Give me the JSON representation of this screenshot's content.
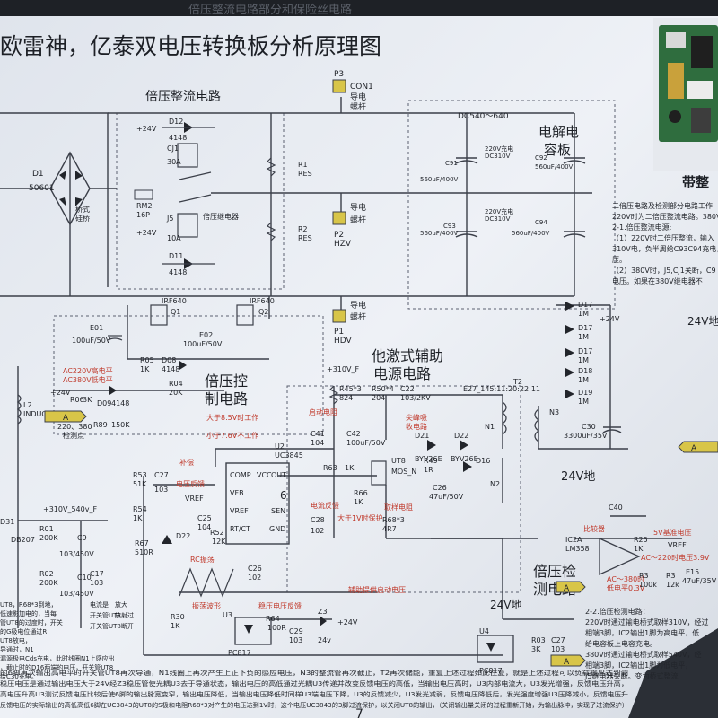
{
  "page": {
    "title": "欧雷神，亿泰双电压转换板分析原理图",
    "top_header_partial": "倍压整流电路部分和保险丝电路"
  },
  "sections": {
    "doubler_rectifier": "倍压整流电路",
    "capacitor_board_line1": "电解电",
    "capacitor_board_line2": "容板",
    "aux_power_line1": "他激式辅助",
    "aux_power_line2": "电源电路",
    "doubler_control_line1": "倍压控",
    "doubler_control_line2": "制电路",
    "doubler_detect_line1": "倍压检",
    "doubler_detect_line2": "测电路",
    "band_partial": "带整",
    "ground_24v": "24V地",
    "ground_24v_right": "24V地",
    "ground_24v_bottom": "24V地"
  },
  "components": {
    "d1": "D1",
    "d1_part": "50601",
    "bridge": "桥式",
    "bridge2": "硅桥",
    "dc_range": "DC540～640",
    "c91": "C91",
    "c91_val": "560uF/400V",
    "c92": "C92",
    "c92_val": "560uF/400V",
    "c93": "C93",
    "c93_val": "560uF/400V",
    "c94": "C94",
    "c94_val": "560uF/400V",
    "charge_label": "220V充电",
    "charge_dc": "DC310V",
    "r1": "R1",
    "r1_val": "RES",
    "r2": "R2",
    "r2_val": "RES",
    "p3": "P3",
    "con1": "CON1",
    "p2": "P2",
    "hzv": "HZV",
    "p1": "P1",
    "hdv": "HDV",
    "busbar": "导电",
    "busbar2": "螺杆",
    "d12": "D12",
    "d12_val": "4148",
    "d11": "D11",
    "d11_val": "4148",
    "cj1": "CJ1",
    "cj1_val": "30A",
    "j5": "J5",
    "j5_val": "10A",
    "j5_desc": "倍压继电器",
    "rm2": "RM2",
    "rm2_val": "16P",
    "plus24v": "+24V",
    "q1": "IRF640",
    "q1_id": "Q1",
    "q2": "IRF640",
    "q2_id": "Q2",
    "e01": "E01",
    "e01_val": "100uF/50V",
    "e02": "E02",
    "e02_val": "100uF/50V",
    "r05": "R05",
    "r05_val": "1K",
    "d08": "D08",
    "d08_val": "4148",
    "r04": "R04",
    "r04_val": "20K",
    "ac220": "AC220V高电平",
    "ac380": "AC380V低电平",
    "r06": "R06",
    "r06_val": "3K",
    "d09": "D09",
    "d09_val": "4148",
    "r89": "R89",
    "r89_val": "150K",
    "l2": "L2",
    "l2_val": "INDUCTOR-2",
    "detect_point": "检测点",
    "plus310": "+310V_F",
    "r45": "R45*3",
    "r45_val": "824",
    "r50": "R50*4",
    "r50_val": "204",
    "c22": "C22",
    "c22_val": "103/2KV",
    "snubber": "尖峰吸",
    "snubber2": "收电路",
    "startup_res": "启动电阻",
    "t2": "T2",
    "t2_val": "E27_145:11:20:22:11",
    "n1": "N1",
    "n3": "N3",
    "n2": "N2",
    "d21": "D21",
    "d21_val": "BYV26E",
    "d22": "D22",
    "d22_val": "BYV26E",
    "c41": "C41",
    "c41_val": "104",
    "c42": "C42",
    "c42_val": "100uF/50V",
    "u2": "U2",
    "u2_val": "UC3845",
    "above85": "大于8.5V时工作",
    "below76": "小于7.6V不工作",
    "comp": "COMP",
    "vcc": "VCC",
    "vfb": "VFB",
    "out": "OUT",
    "vref": "VREF",
    "sen": "SEN",
    "rtct": "RT/CT",
    "gnd": "GND",
    "pin6": "6",
    "r63": "R63",
    "r63_val": "1K",
    "ut8": "UT8",
    "mos_n": "MOS_N",
    "r49": "R49",
    "r49_val": "1R",
    "d16": "D16",
    "c26": "C26",
    "c26_val": "47uF/50V",
    "r66": "R66",
    "r66_val": "1K",
    "current_fb": "电流反馈",
    "over1v": "大于1V时保护",
    "sample_r": "取样电阻",
    "r68": "R68*3",
    "r68_val": "4R7",
    "c28": "C28",
    "c28_val": "102",
    "r53": "R53",
    "r53_val": "51K",
    "c27": "C27",
    "c27_val": "103",
    "comp_fb": "补偿",
    "voltage_fb": "电压反馈",
    "r54": "R54",
    "r54_val": "1K",
    "c25": "C25",
    "c25_val": "104",
    "r52": "R52",
    "r52_val": "12K",
    "vref_label": "VREF",
    "r67": "R67",
    "r67_val": "510R",
    "d22b": "D22",
    "rc_label": "RC振荡",
    "osc_wave": "振荡波形",
    "c26b": "C26",
    "c26b_val": "102",
    "aux_start": "辅助提供启动电压",
    "d31": "D31",
    "d31_val": "DB207",
    "bus540": "+310V_540v_F",
    "r01": "R01",
    "r01_val": "200K",
    "r02": "R02",
    "r02_val": "200K",
    "c9": "C9",
    "c9_val": "103/450V",
    "c10": "C10",
    "c10_val": "103/450V",
    "c17": "C17",
    "c17_val": "103",
    "d17": "D17",
    "d17_val": "1M",
    "d18": "D18",
    "d18_val": "1M",
    "d19": "D19",
    "d19_val": "1M",
    "c30": "C30",
    "c30_val": "3300uF/35V",
    "c40": "C40",
    "comparator": "比较器",
    "ref5v": "5V基准电压",
    "ic2a": "IC2A",
    "ic2a_val": "LM358",
    "r25": "R25",
    "r25_val": "1K",
    "vref2": "VREF",
    "ac380_label": "AC～380时",
    "ac220_label": "AC～220时电压3.9V",
    "low_label": "低电平0.3V",
    "r3": "R3",
    "r3_val": "100k",
    "r3b": "R3",
    "r3b_val": "12k",
    "e15": "E15",
    "e15_val": "47uF/35V",
    "u3": "U3",
    "u3_val": "PC817",
    "stable_fb": "稳压电压反馈",
    "r64": "R64",
    "r64_val": "100R",
    "z3": "Z3",
    "z3_val": "24v",
    "c29": "C29",
    "c29_val": "103",
    "u4": "U4",
    "u4_val": "PC817",
    "r03": "R03",
    "r03_val": "3K",
    "c27b": "C27",
    "c27b_val": "103",
    "r30": "R30",
    "r30_val": "1K",
    "a_label": "A",
    "a_label2": "A",
    "a_label3": "A",
    "a_label4": "A",
    "k220": "220、380",
    "plus24v_out": "+24V"
  },
  "notes": {
    "right1": "二倍压电路及检测部分电路工作",
    "right2": "220V时为二倍压整流电路。380V",
    "right3": "2-1.倍压整流电源:",
    "right4": "（1）220V时二倍压整流，输入",
    "right5": "310V电，负半周给C93C94充电，",
    "right6": "压。",
    "right7": "（2）380V时，J5,CJ1关断，C9",
    "right8": "电压。如果在380V继电器不",
    "right9": "2-2.倍压检测电路：",
    "right10": "220V时通过输电桥式取样310V，经过",
    "right11": "相端3脚，IC2输出1脚为高电平，低",
    "right12": "给电容板上电容充电。",
    "right13": "380V时通过输电桥式取样540V，经",
    "right14": "相端3脚，IC2输出1脚为低电平，",
    "right15": "J5继电器关断。变为桥式整流",
    "left1": "UT8，R68*3到地，",
    "left2": "低速影加电的，当每",
    "left3": "管UT8的过度时，开关",
    "left4": "的G极电位通过R",
    "left5": "UT8放电，",
    "left6": "导通时，N1",
    "left7": "漏源极电Cds充电，此时线圈N1上感应出",
    "left8": "，截止时的D16两端的电压，开关管UT8",
    "left9": "给C30充电。",
    "left10": "电流是",
    "left11": "开关管UT8",
    "left12": "开关管UT8断开",
    "left13": "放大",
    "left14": "放射过",
    "bottom1": "的6脚再次输出高电平时开关管UT8再次导通，N1线圈上再次产生上正下负的感应电压，N3的整流管再次截止，T2再次储能，重复上述过程如此往复，就是上述过程可以负载输出达到调",
    "bottom2": "稳压电压是通过输出电压大于24V经Z3稳压管使光耦U3去于导通状态，输出电压的高低通过光耦U3传递并改变反馈电压的高低，当输出电压高时，U3内部电流大，U3发光增强，反馈电压升高，",
    "bottom3": "高电压升高U3测试反馈电压比较后使6脚的输出脉宽变窄，输出电压降低，当输出电压降低时同样U3端电压下降，U3的反馈减少，U3发光减弱，反馈电压降低后，发光强度增强U3压降减小，反馈电压升",
    "bottom4": "反馈电压的实际输出的高低高低6脚在UC3843的UT8的S极和电阻R68*3对产生的电压达到1V时，这个电压UC3843的3脚过流保护，以关闭UT8的输出，（关闭输出量关闭的过程重新开始，为输出脉冲，实现了过流保护）",
    "page_num": "7"
  },
  "colors": {
    "paper": "#eef1f6",
    "ink": "#22252b",
    "trace": "#3b3f49",
    "red_ink": "#c0392b",
    "label_yellow": "#d8c548",
    "accent_yellow": "#f0d96a"
  }
}
